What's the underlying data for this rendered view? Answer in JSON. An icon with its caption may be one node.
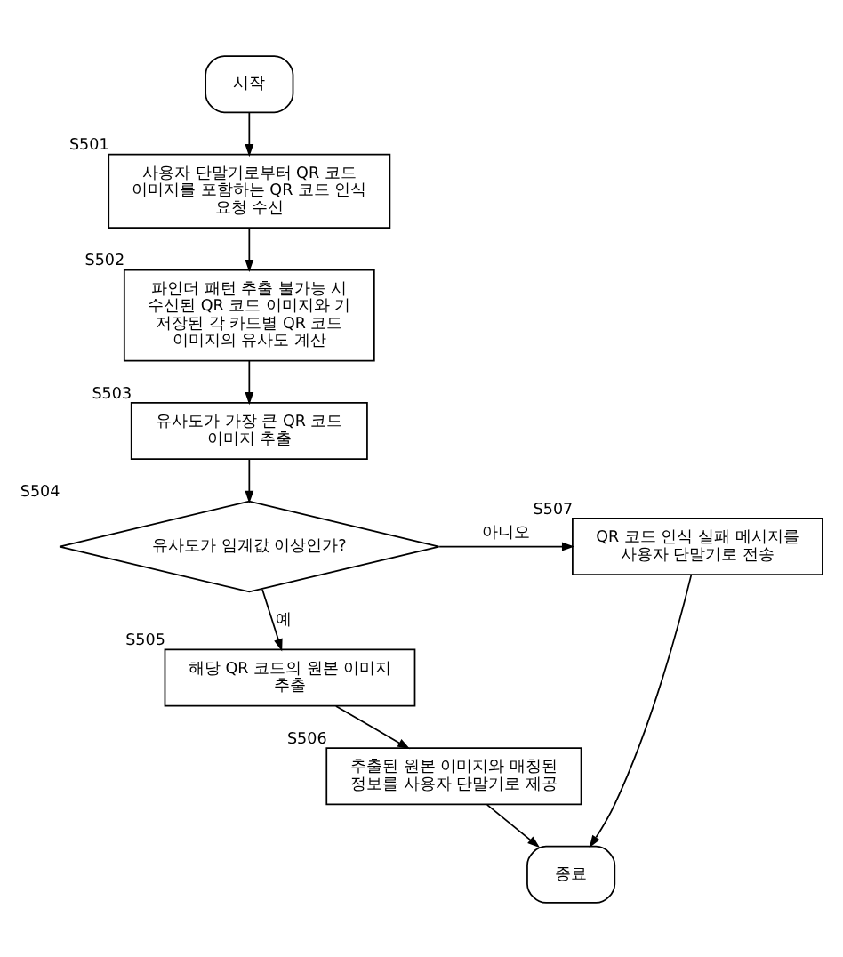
{
  "diagram": {
    "nodes": [
      {
        "text": [
          "시작"
        ]
      },
      {
        "text": [
          "사용자 단말기로부터 QR 코드 이미지를 포함하는 QR 코드 인식 요청 수신"
        ],
        "beside": [
          "S501"
        ]
      },
      {
        "text": [
          "파인더 패턴 추출 불가능 시 수신된 QR 코드 이미지와 기 저장된 각 카드별 QR 코드 이미지의 유사도 계산"
        ],
        "beside": [
          "S502"
        ]
      },
      {
        "text": [
          "유사도가 가장 큰 QR 코드 이미지 추출"
        ],
        "beside": [
          "S503"
        ]
      },
      {
        "text": [
          "유사도가 임계값 이상인가?"
        ],
        "beside": [
          "S504"
        ]
      },
      {
        "text": [
          "해당 QR 코드의 원본 이미지 추출"
        ],
        "beside": [
          "S505"
        ]
      },
      {
        "text": [
          "추출된 원본 이미지와 매칭된 정보를 사용자 단말기로 제공"
        ],
        "beside": [
          "S506"
        ]
      },
      {
        "text": [
          "QR 코드 인식 실패 메시지를 사용자 단말기로 전송"
        ],
        "beside": [
          "S507"
        ]
      },
      {
        "text": [
          "종료"
        ]
      }
    ],
    "edges": [
      {
        "from": 0,
        "to": 1,
        "arrow": "to"
      },
      {
        "from": 1,
        "to": 2,
        "arrow": "to"
      },
      {
        "from": 2,
        "to": 3,
        "arrow": "to"
      },
      {
        "from": 3,
        "to": 4,
        "arrow": "to"
      },
      {
        "from": 4,
        "to": 5,
        "label": "예",
        "arrow": "to"
      },
      {
        "from": 4,
        "to": 7,
        "label": "아니오",
        "arrow": "to"
      },
      {
        "from": 5,
        "to": 6,
        "arrow": "to"
      },
      {
        "from": 6,
        "to": 8,
        "arrow": "to"
      },
      {
        "from": 7,
        "to": 8,
        "arrow": "to"
      }
    ]
  }
}
